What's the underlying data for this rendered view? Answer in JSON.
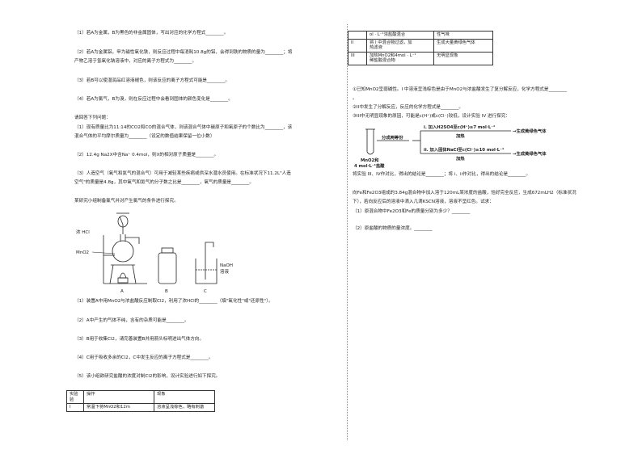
{
  "left": {
    "q1": "（1）若A为金属，B为黑色的非金属固体，写出对应的化学方程式________。",
    "q2a": "（2）若A为金属铝，甲为磁性氧化铁，则反应过程中每消耗10.8g的铝，会得到铁的物质的量为________；将",
    "q2b": "产物乙溶于氢氧化钠溶液中，对应的离子方程式为________。",
    "q3": "（3）若B可以使湿润品红溶液褪色，则该反应的离子方程式可能是________。",
    "q4": "（4）若A为氯气，B为溴，则在反应过程中会看到固体的颜色变化是________。",
    "sec_intro": "请回答下列问题：",
    "s1a": "（1）现有质量比为11:14的CO2和CO的混合气体，则该混合气体中碳原子和氧原子的个数比为________，该",
    "s1b": "混合气体的平均摩尔质量为________（设定的数值结果保留一位小数）",
    "s2": "（2）12.4g Na2X中含Na⁺ 0.4mol，则X的相对原子质量是________。",
    "s3a": "（3）人造空气（氧气和氦气的混合气）可用于减轻某些疾病或供深水潜水员使用。在标准状况下11.2L\"人造",
    "s3b": "空气\"的质量是4.8g，其中氧气和氦气的分子数之比是________，氧气的质量是________。",
    "lab_intro": "某研究小组制备氯气并对产生氯气的条件进行探究。",
    "p1": "（1）装置A中用MnO2与浓盐酸反应制取Cl2，利用了浓HCl的________（填\"氧化性\"或\"还原性\"）。",
    "p2": "（2）A中产生的气体不纯，含有的杂质可能是________。",
    "p3": "（3）B用于收集Cl2，请完善装置B并用箭头标明进出气体方向。",
    "p4": "（4）C用于吸收多余的Cl2，C中发生反应的离子方程式是________。",
    "p5": "（5）该小组欲研究盐酸的浓度对制Cl2的影响，设计实验进行如下探究。"
  },
  "apparatus": {
    "label_hcl": "浓 HCl",
    "label_mno2": "MnO2",
    "label_a": "A",
    "label_b": "B",
    "label_c": "C",
    "label_naoh1": "NaOH",
    "label_naoh2": "溶液"
  },
  "table_left": {
    "header": [
      "实验",
      "操作",
      "现象"
    ],
    "header_sub": "验",
    "row1": [
      "I",
      "常温下将MnO2和12m",
      "溶液呈浅棕色，略有刺激"
    ]
  },
  "table_right": {
    "row0": [
      "",
      "ol · L⁻¹浓盐酸混合",
      "性气味"
    ],
    "row2": [
      "II",
      "将 I 中混合物过滤，加",
      "生成大量黄绿色气体"
    ],
    "row2b": [
      "",
      "热滤液",
      ""
    ],
    "row3": [
      "III",
      "加热MnO2和4mol · L⁻¹",
      "无明显现象"
    ],
    "row3b": [
      "",
      "稀盐酸混合物",
      ""
    ]
  },
  "right": {
    "r1a": "①已知MnO2呈弱碱性。I 中溶液呈浅棕色是由于MnO2与浓盐酸发生了复分解反应，化学方程式是________",
    "r1b": "。",
    "r2": "②II中发生了分解反应，反应的化学方程式是________。",
    "r3": "③III中无明显现象的原因，可能是c(H⁺)或c(Cl⁻)较低，设计实验 IV 进行探究：",
    "r4": "将实验 III、IV作对比，得出的结论是________；将 i、ii作对比，得出的结论是________。",
    "r5a": "向Fe和Fe2O3组成的3.84g混合物中加入溶于120mL某浓度的盐酸，恰好完全反应，生成672mLH2（标准状况",
    "r5b": "下），若向反应后的溶液中滴入几滴KSCN溶液，溶液不呈红色。试求：",
    "r6": "（1）原混合物中Fe2O3和Fe的质量分别为多少？________",
    "r7": "（2）原盐酸的物质的量浓度。________"
  },
  "scheme": {
    "split": "分成两等份",
    "step1": "i. 加入H2SO4至c(H⁺)≥7 mol·L⁻¹",
    "heat1": "加热",
    "result1": "→生成黄绿色气体",
    "step2": "ii. 加入固体NaCl至c(Cl⁻)≥10 mol·L⁻¹",
    "heat2": "加热",
    "result2": "→生成黄绿色气体",
    "reagent1": "MnO2和",
    "reagent2": "4 mol·L⁻¹盐酸"
  }
}
